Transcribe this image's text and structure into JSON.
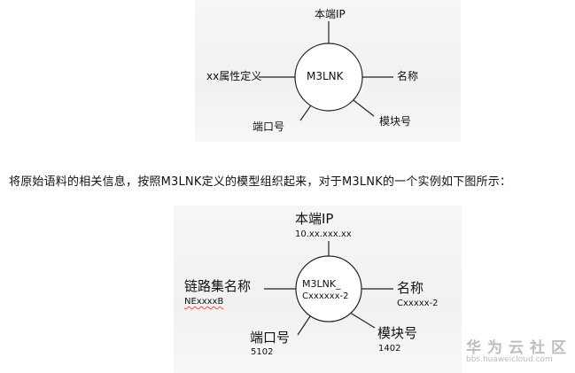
{
  "diagram1": {
    "center": "M3LNK",
    "labels": {
      "local_ip": "本端IP",
      "attr_def": "xx属性定义",
      "name": "名称",
      "port": "端口号",
      "module": "模块号"
    }
  },
  "caption": "将原始语料的相关信息，按照M3LNK定义的模型组织起来，对于M3LNK的一个实例如下图所示：",
  "diagram2": {
    "center_line1": "M3LNK_",
    "center_line2": "Cxxxxxx-2",
    "local_ip": {
      "label": "本端IP",
      "value": "10.xx.xxx.xx"
    },
    "link_set_name": {
      "label": "链路集名称",
      "value": "NExxxxB"
    },
    "name": {
      "label": "名称",
      "value": "Cxxxxx-2"
    },
    "port": {
      "label": "端口号",
      "value": "5102"
    },
    "module": {
      "label": "模块号",
      "value": "1402"
    }
  },
  "watermark": {
    "title": "华为云社区",
    "url": "bbs.huaweicloud.com"
  }
}
